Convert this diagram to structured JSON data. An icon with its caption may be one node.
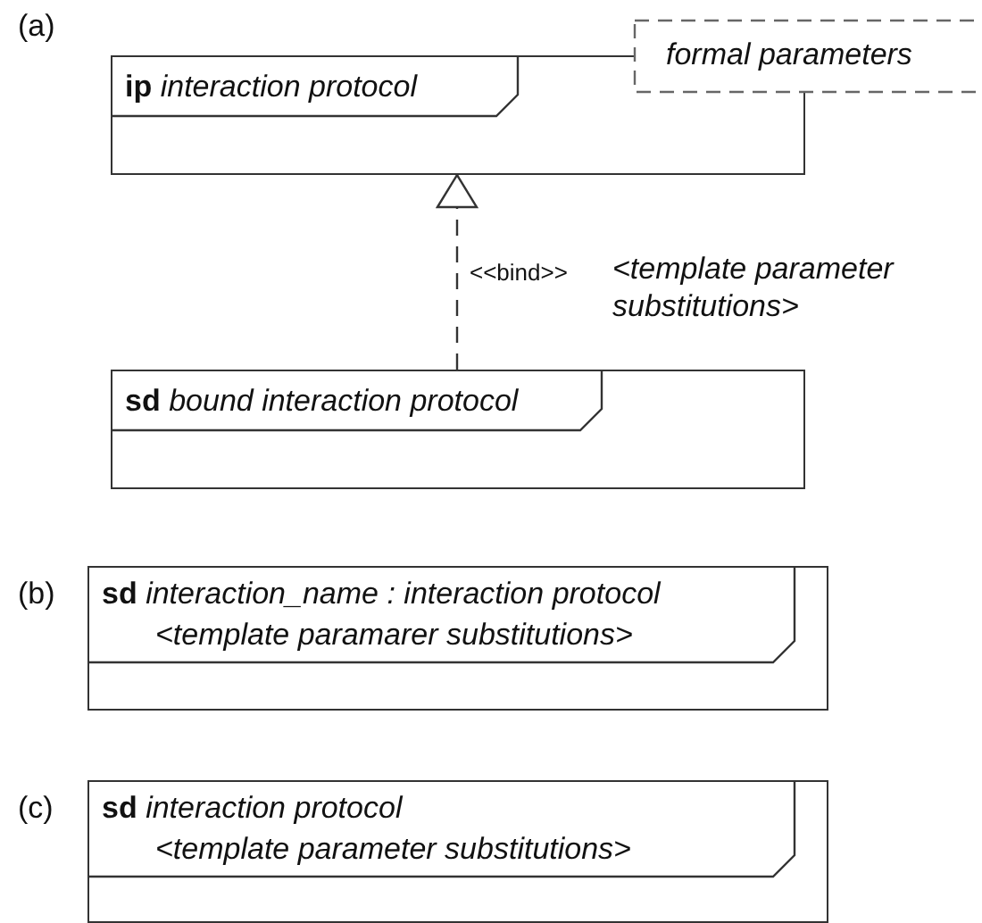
{
  "diagram": {
    "nodes": [
      {
        "text": [
          "**ip** *interaction protocol*"
        ]
      },
      {
        "text": [
          "formal parameters"
        ]
      },
      {
        "text": [
          "**sd** *bound interaction protocol*"
        ]
      },
      {
        "text": [
          "**sd** *interaction_name : interaction protocol*",
          "<template paramarer substitutions>"
        ]
      },
      {
        "text": [
          "**sd** *interaction protocol*",
          "<template parameter substitutions>"
        ]
      }
    ],
    "edges": [
      {
        "from": 2,
        "to": 0,
        "arrow": "to",
        "style": "dashed",
        "label": "<<bind>>"
      }
    ],
    "labels": [
      "(a)",
      "<template parameter substitutions>",
      "(b)",
      "(c)"
    ]
  }
}
